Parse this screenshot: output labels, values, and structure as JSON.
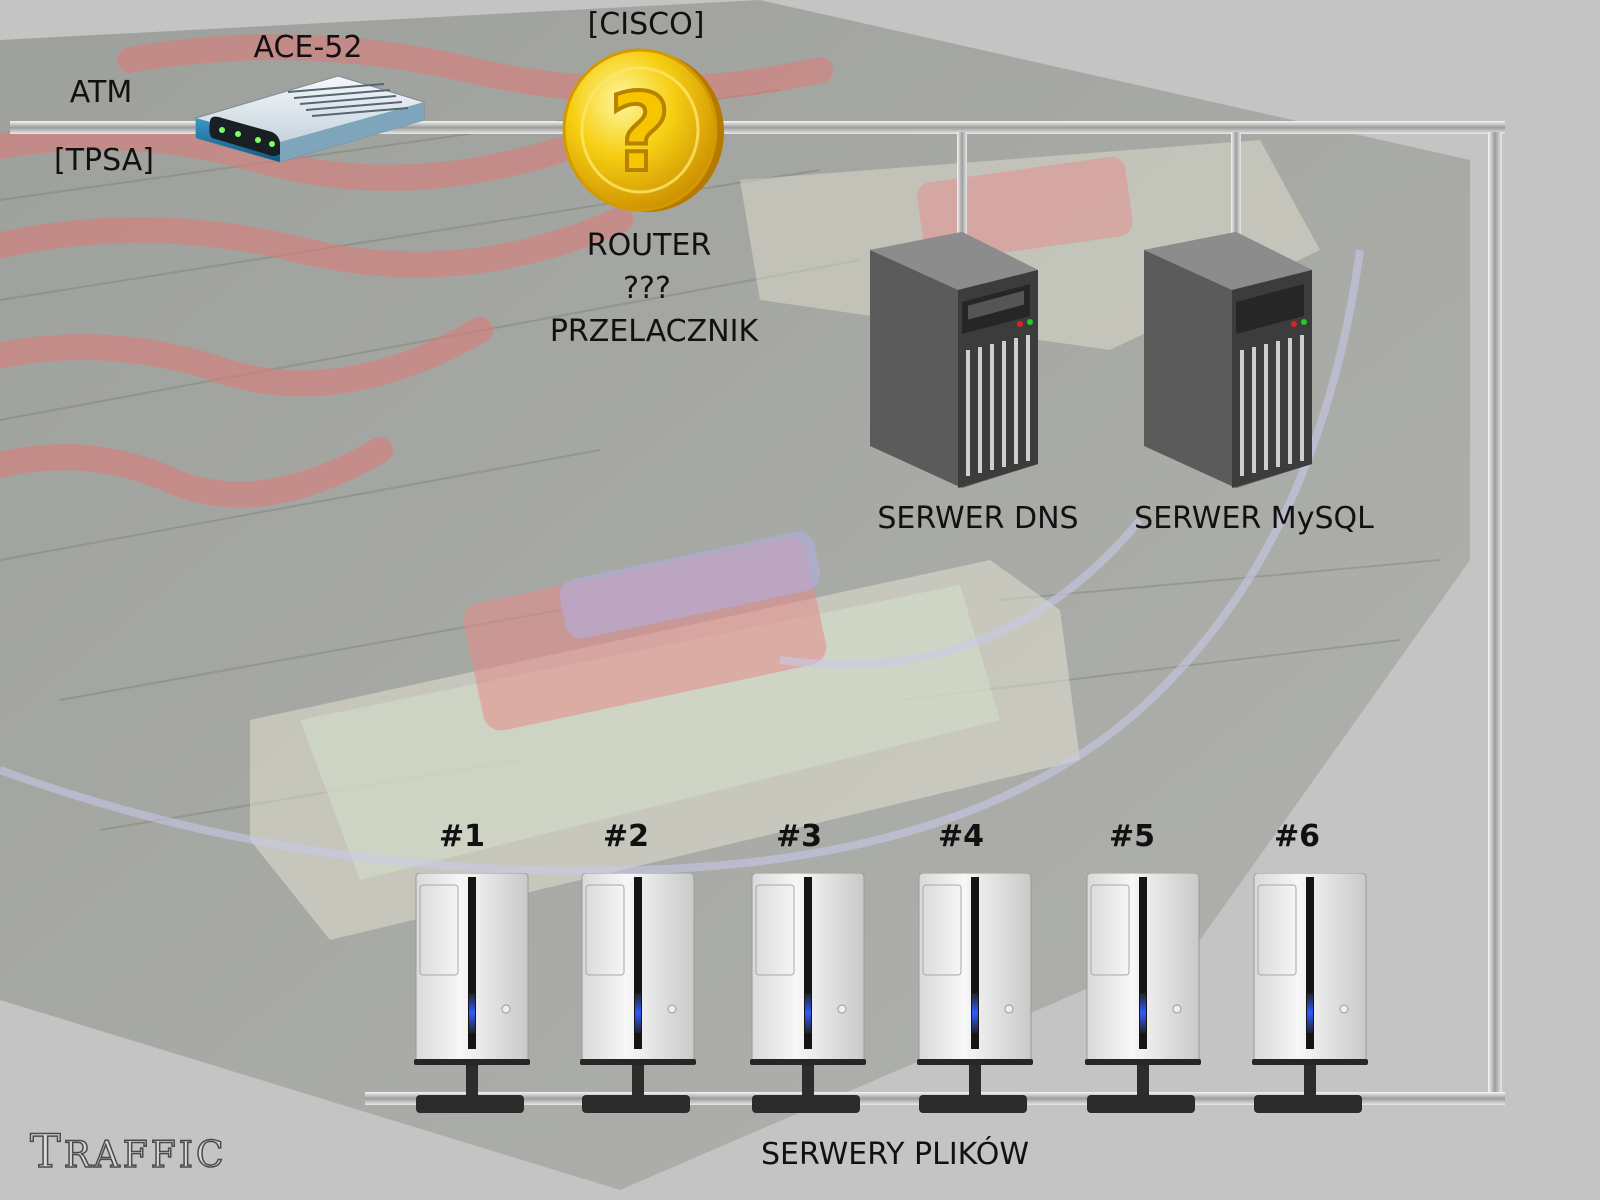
{
  "modem": {
    "model": "ACE-52",
    "line": "ATM",
    "provider": "[TPSA]"
  },
  "router": {
    "brand": "[CISCO]",
    "caption": [
      "ROUTER",
      "???",
      "PRZELACZNIK"
    ],
    "icon": "question-coin-icon"
  },
  "servers": [
    {
      "label": "SERWER DNS",
      "icon": "tower-server-icon"
    },
    {
      "label": "SERWER MySQL",
      "icon": "tower-server-icon"
    }
  ],
  "file_servers": {
    "caption": "SERWERY PLIKÓW",
    "items": [
      "#1",
      "#2",
      "#3",
      "#4",
      "#5",
      "#6"
    ],
    "icon": "silver-pc-tower-icon"
  },
  "logo": {
    "first": "T",
    "rest": "RAFFIC"
  },
  "colors": {
    "background": "#c4c4c4",
    "pipe": "#d8d8d8",
    "coin": "#f2c200",
    "server": "#4a4a4a",
    "pc": "#e0e0e0"
  }
}
